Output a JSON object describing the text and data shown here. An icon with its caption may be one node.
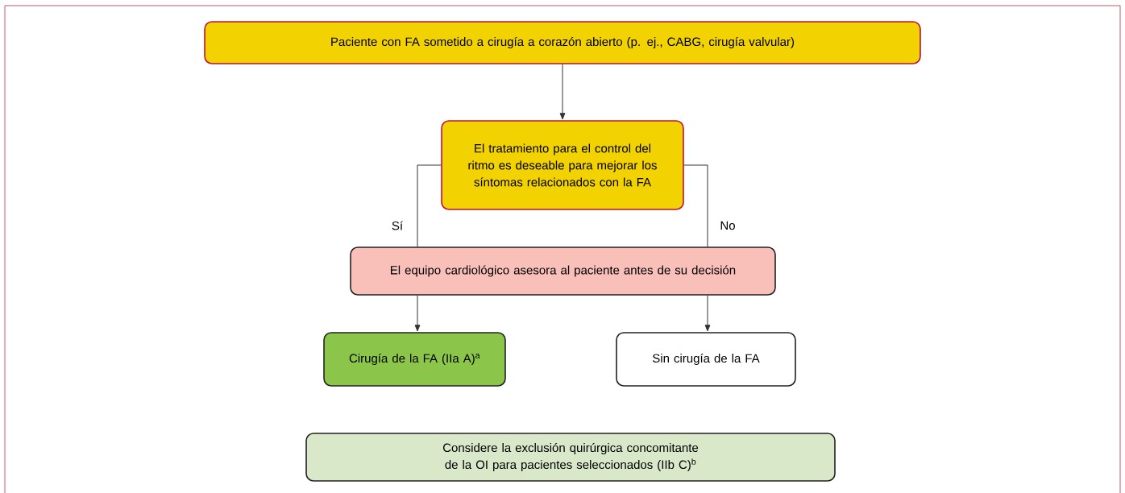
{
  "diagram": {
    "nodes": [
      {
        "text": [
          "Paciente con FA sometido a cirugía a corazón abierto (p. ej., CABG, cirugía valvular)"
        ]
      },
      {
        "text": [
          "El tratamiento para el control del ritmo es deseable para mejorar los síntomas relacionados con la FA"
        ]
      },
      {
        "text": [
          "El equipo cardiológico asesora al paciente antes de su decisión"
        ]
      },
      {
        "text": [
          "Cirugía de la FA (IIa A)$^{a}$"
        ]
      },
      {
        "text": [
          "Sin cirugía de la FA"
        ]
      },
      {
        "text": [
          "Considere la exclusión quirúrgica concomitante de la OI para pacientes seleccionados (IIb C)$^{b}$"
        ]
      }
    ],
    "edges": [
      {
        "from": 0,
        "to": 1,
        "arrow": "to"
      },
      {
        "from": 1,
        "to": 2,
        "arrow": "none",
        "label": "Sí"
      },
      {
        "from": 1,
        "to": 2,
        "arrow": "none",
        "label": "No"
      },
      {
        "from": 2,
        "to": 3,
        "arrow": "to"
      },
      {
        "from": 2,
        "to": 4,
        "arrow": "to"
      }
    ]
  }
}
